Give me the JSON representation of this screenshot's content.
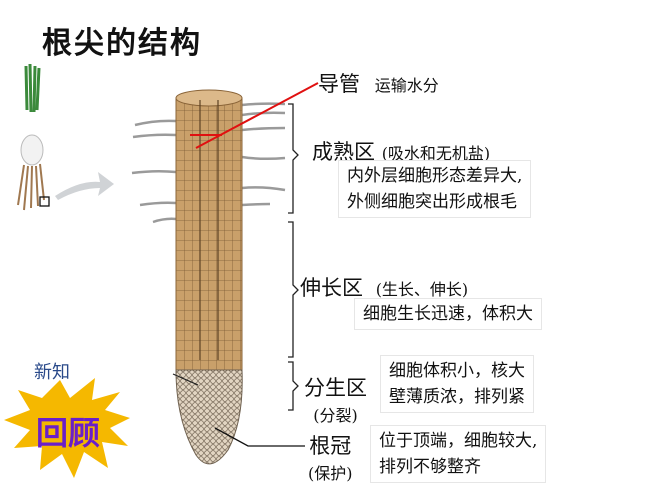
{
  "title": "根尖的结构",
  "vessel": {
    "label": "导管",
    "function": "运输水分"
  },
  "zones": [
    {
      "name": "成熟区",
      "role": "(吸水和无机盐)",
      "desc": [
        "内外层细胞形态差异大,",
        "外侧细胞突出形成根毛"
      ]
    },
    {
      "name": "伸长区",
      "role": "(生长、伸长)",
      "desc": [
        "细胞生长迅速，体积大"
      ]
    },
    {
      "name": "分生区",
      "role": "(分裂)",
      "desc": [
        "细胞体积小，核大",
        "壁薄质浓，排列紧"
      ]
    },
    {
      "name": "根冠",
      "role": "(保护)",
      "desc": [
        "位于顶端，细胞较大,",
        "排列不够整齐"
      ]
    }
  ],
  "badge": {
    "label": "回顾",
    "burst_color": "#f5b800",
    "text_color": "#6a1fc9"
  },
  "colors": {
    "root": "#c9a06a",
    "root_dark": "#8a6438",
    "pointer_line": "#e01010",
    "bracket": "#222222"
  }
}
